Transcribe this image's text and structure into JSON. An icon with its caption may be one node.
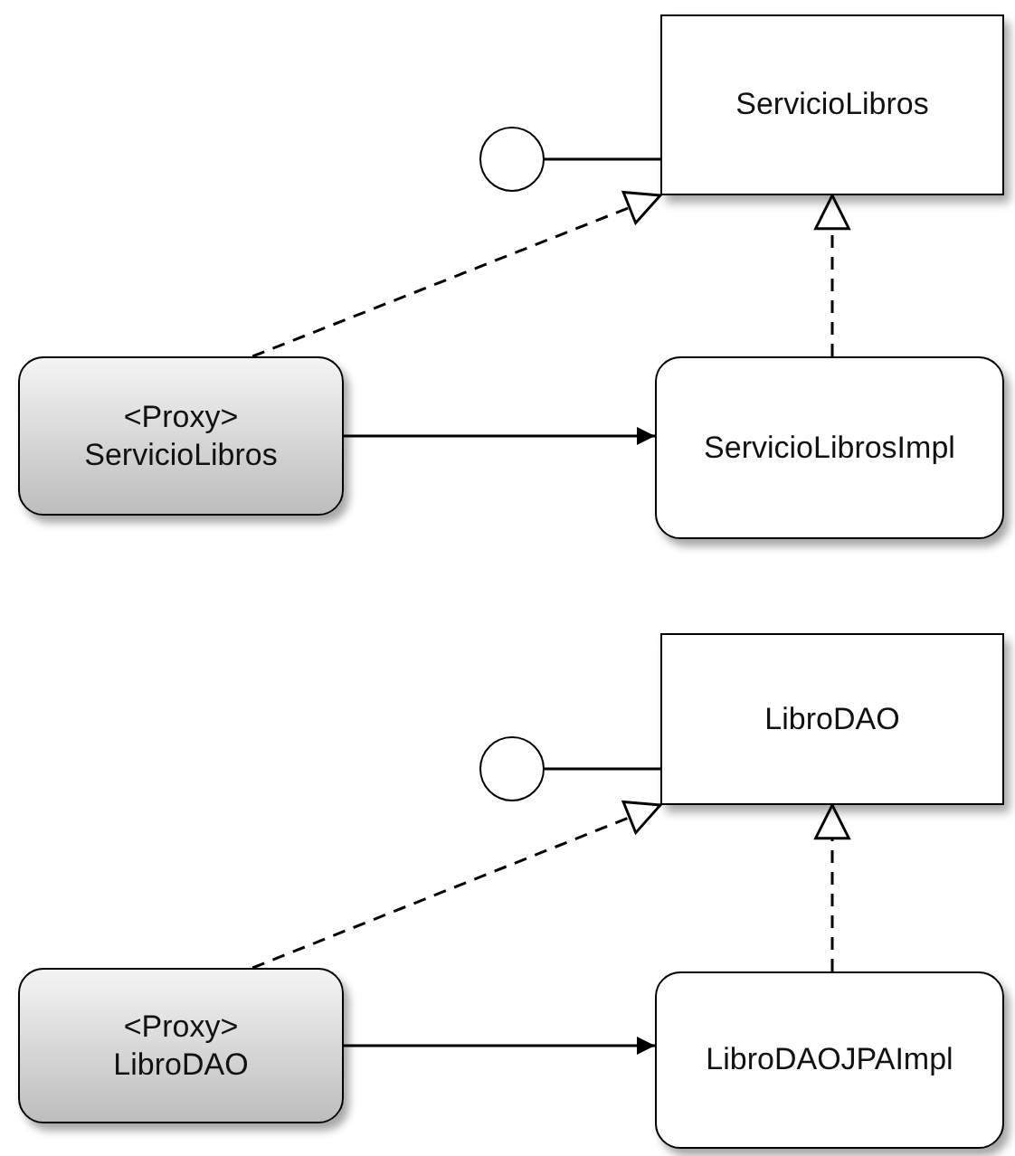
{
  "diagram": {
    "nodes": [
      {
        "text": [],
        "shape": "circle"
      },
      {
        "text": [
          "ServicioLibros"
        ]
      },
      {
        "text": [
          "<Proxy>",
          "ServicioLibros"
        ]
      },
      {
        "text": [
          "ServicioLibrosImpl"
        ]
      },
      {
        "text": [],
        "shape": "circle"
      },
      {
        "text": [
          "LibroDAO"
        ]
      },
      {
        "text": [
          "<Proxy>",
          "LibroDAO"
        ]
      },
      {
        "text": [
          "LibroDAOJPAImpl"
        ]
      }
    ],
    "edges": [
      {
        "from": 0,
        "to": 1,
        "arrow": "none"
      },
      {
        "from": 2,
        "to": 1,
        "arrow": "to",
        "style": "dashed"
      },
      {
        "from": 3,
        "to": 1,
        "arrow": "to",
        "style": "dashed"
      },
      {
        "from": 2,
        "to": 3,
        "arrow": "to"
      },
      {
        "from": 4,
        "to": 5,
        "arrow": "none"
      },
      {
        "from": 6,
        "to": 5,
        "arrow": "to",
        "style": "dashed"
      },
      {
        "from": 7,
        "to": 5,
        "arrow": "to",
        "style": "dashed"
      },
      {
        "from": 6,
        "to": 7,
        "arrow": "to"
      }
    ]
  }
}
